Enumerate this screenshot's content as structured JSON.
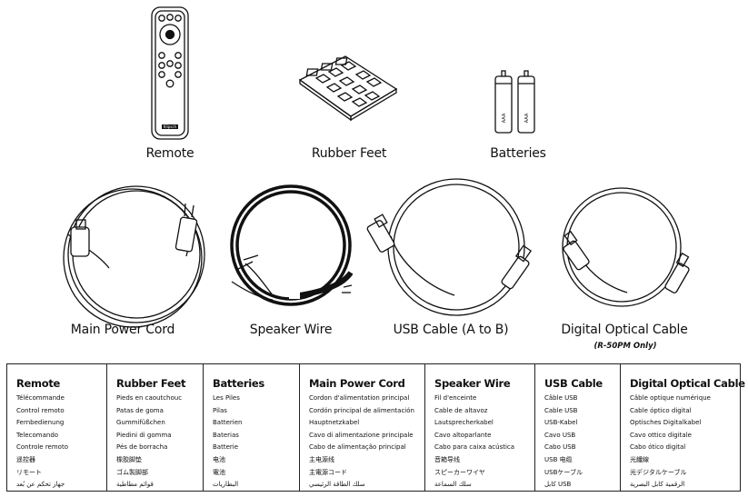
{
  "items": [
    {
      "label": "Remote"
    },
    {
      "label": "Rubber Feet"
    },
    {
      "label": "Batteries"
    },
    {
      "label": "Main Power Cord"
    },
    {
      "label": "Speaker Wire"
    },
    {
      "label": "USB Cable (A to B)"
    },
    {
      "label": "Digital Optical Cable",
      "note": "(R-50PM Only)"
    }
  ],
  "remote_logo": "Klipsch",
  "battery_text": "AAA",
  "table": [
    {
      "heading": "Remote",
      "entries": [
        "Télécommande",
        "Control remoto",
        "Fernbedienung",
        "Telecomando",
        "Controle remoto",
        "遥控器",
        "リモート",
        "جهاز تحكم عن بُعد"
      ]
    },
    {
      "heading": "Rubber Feet",
      "entries": [
        "Pieds en caoutchouc",
        "Patas de goma",
        "Gummifüßchen",
        "Piedini di gomma",
        "Pés de borracha",
        "橡胶脚垫",
        "ゴム製脚部",
        "قوائم مطاطية"
      ]
    },
    {
      "heading": "Batteries",
      "entries": [
        "Les Piles",
        "Pilas",
        "Batterien",
        "Baterias",
        "Batterie",
        "电池",
        "電池",
        "البطاريات"
      ]
    },
    {
      "heading": "Main Power Cord",
      "entries": [
        "Cordon d'alimentation principal",
        "Cordón principal de alimentación",
        "Hauptnetzkabel",
        "Cavo di alimentazione principale",
        "Cabo de alimentação principal",
        "主电源线",
        "主電源コード",
        "سلك الطاقة الرئيسي"
      ]
    },
    {
      "heading": "Speaker Wire",
      "entries": [
        "Fil d'enceinte",
        "Cable de altavoz",
        "Lautsprecherkabel",
        "Cavo altoparlante",
        "Cabo para caixa acústica",
        "音箱导线",
        "スピーカーワイヤ",
        "سلك السماعة"
      ]
    },
    {
      "heading": "USB Cable",
      "entries": [
        "Câble USB",
        "Cable USB",
        "USB-Kabel",
        "Cavo USB",
        "Cabo USB",
        "USB 电缆",
        "USBケーブル",
        "كابل USB"
      ]
    },
    {
      "heading": "Digital Optical Cable",
      "entries": [
        "Câble optique numérique",
        "Cable óptico digital",
        "Optisches Digitalkabel",
        "Cavo ottico digitale",
        "Cabo ótico digital",
        "光纖線",
        "光デジタルケーブル",
        "الرقمية كابل البصرية"
      ]
    }
  ]
}
